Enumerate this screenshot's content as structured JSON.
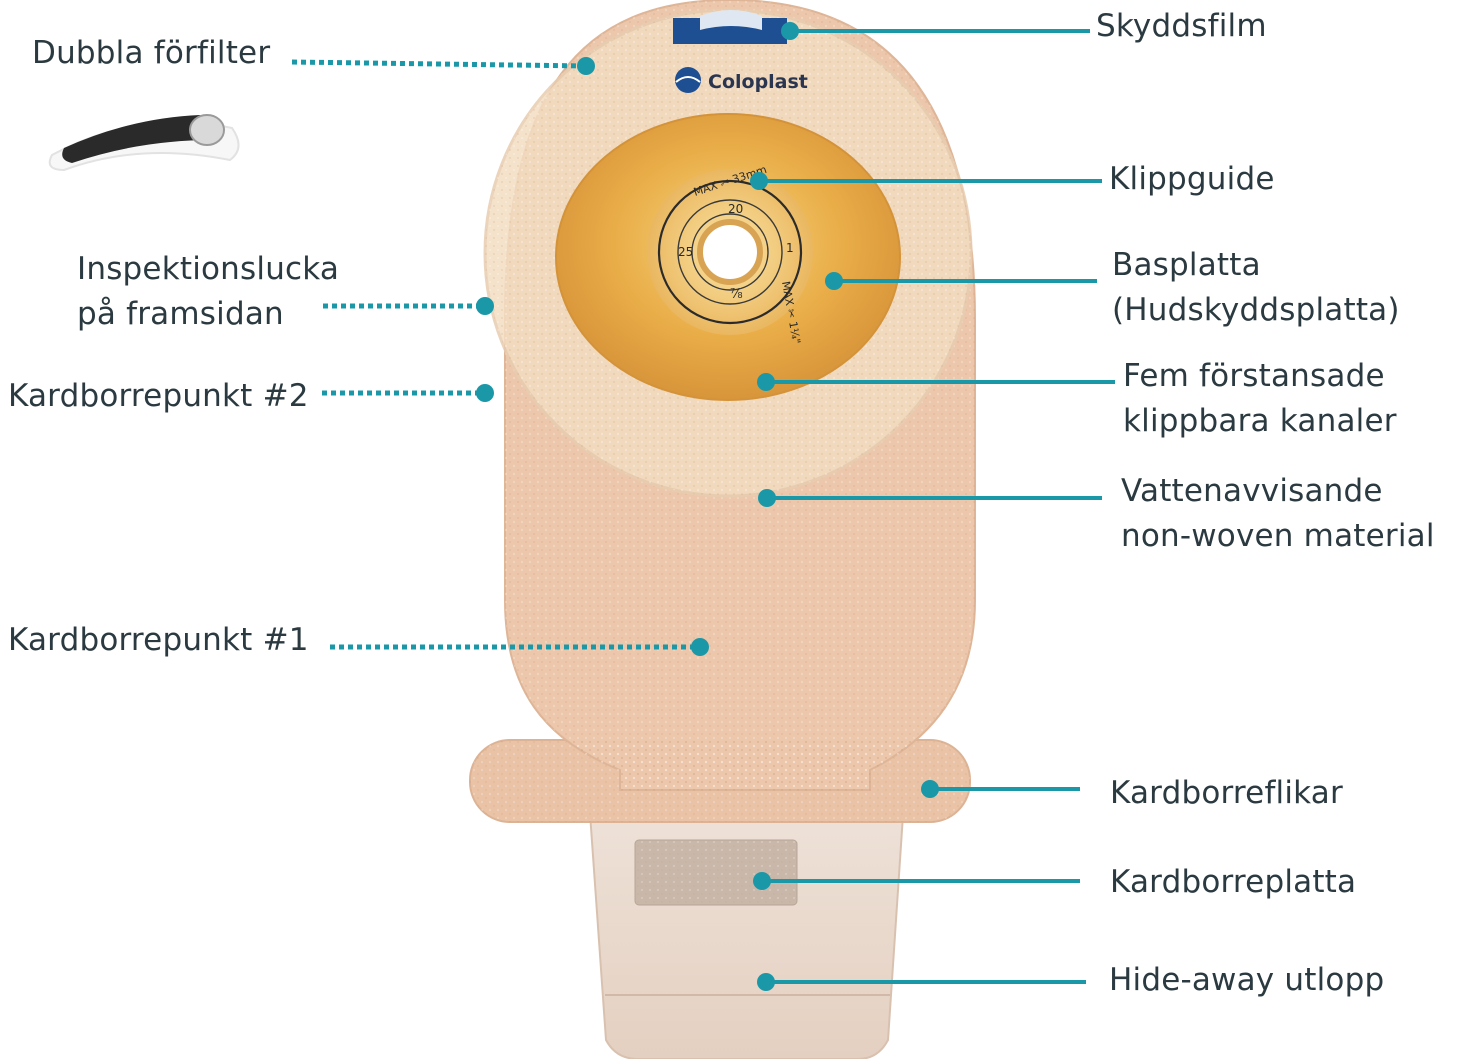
{
  "colors": {
    "pouch": "#ecc7ab",
    "pouch_edge": "#e3ba9c",
    "flange": "#e6a844",
    "flange_light": "#f2cf6e",
    "pointer": "#1b98a8",
    "text": "#2b3a40",
    "skyddsfilm": "#1f4f93"
  },
  "brand": {
    "logo_text": "Coloplast"
  },
  "flange_marks": {
    "max_top": "MAX ✂ 33mm",
    "max_side": "MAX ✂ 1¼\"",
    "n20": "20",
    "n25": "25",
    "n1": "1",
    "n78": "⅞"
  },
  "callouts": {
    "skyddsfilm": [
      "Skyddsfilm"
    ],
    "forfilter": [
      "Dubbla förfilter"
    ],
    "klippguide": [
      "Klippguide"
    ],
    "basplatta": [
      "Basplatta",
      "(Hudskyddsplatta)"
    ],
    "inspektion": [
      "Inspektionslucka",
      "på framsidan"
    ],
    "kanaler": [
      "Fem förstansade",
      "klippbara kanaler"
    ],
    "punkt2": [
      "Kardborrepunkt #2"
    ],
    "nonwoven": [
      "Vattenavvisande",
      "non-woven material"
    ],
    "punkt1": [
      "Kardborrepunkt #1"
    ],
    "flikar": [
      "Kardborreflikar"
    ],
    "platta": [
      "Kardborreplatta"
    ],
    "utlopp": [
      "Hide-away utlopp"
    ]
  }
}
